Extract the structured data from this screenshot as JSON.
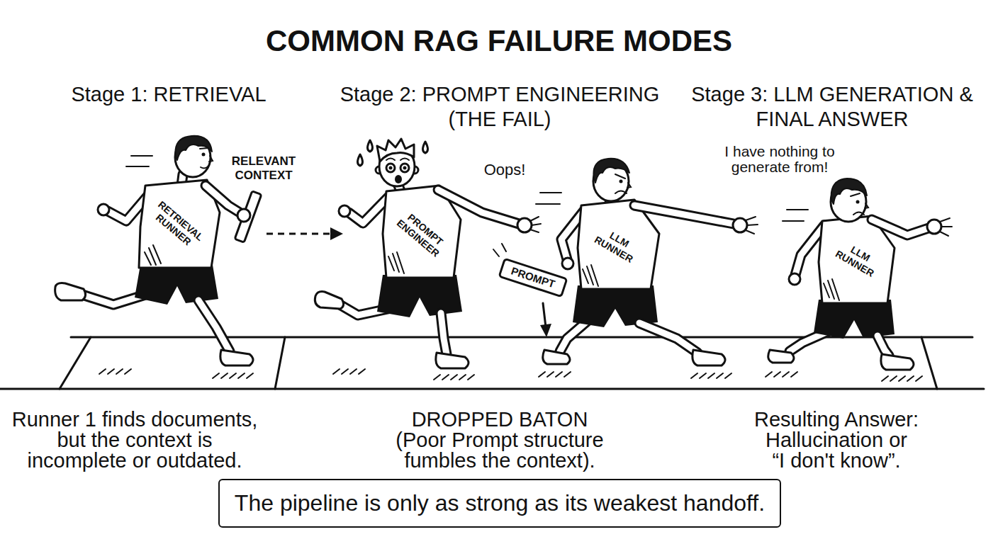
{
  "diagram": {
    "title": "COMMON RAG FAILURE MODES",
    "nodes": [
      {
        "text": [
          "The pipeline is only as strong as its weakest handoff."
        ]
      }
    ],
    "labels": [
      "Stage 1: RETRIEVAL",
      "Stage 2: PROMPT ENGINEERING (THE FAIL)",
      "Stage 3: LLM GENERATION & FINAL ANSWER",
      "RELEVANT CONTEXT",
      "RETRIEVAL RUNNER",
      "Oops!",
      "PROMPT ENGINEER",
      "PROMPT",
      "LLM RUNNER",
      "I have nothing to generate from!",
      "LLM RUNNER",
      "Runner 1 finds documents, but the context is incomplete or outdated.",
      "DROPPED BATON",
      "(Poor Prompt structure fumbles the context).",
      "Resulting Answer:",
      "Hallucination or “I don't know”."
    ]
  }
}
